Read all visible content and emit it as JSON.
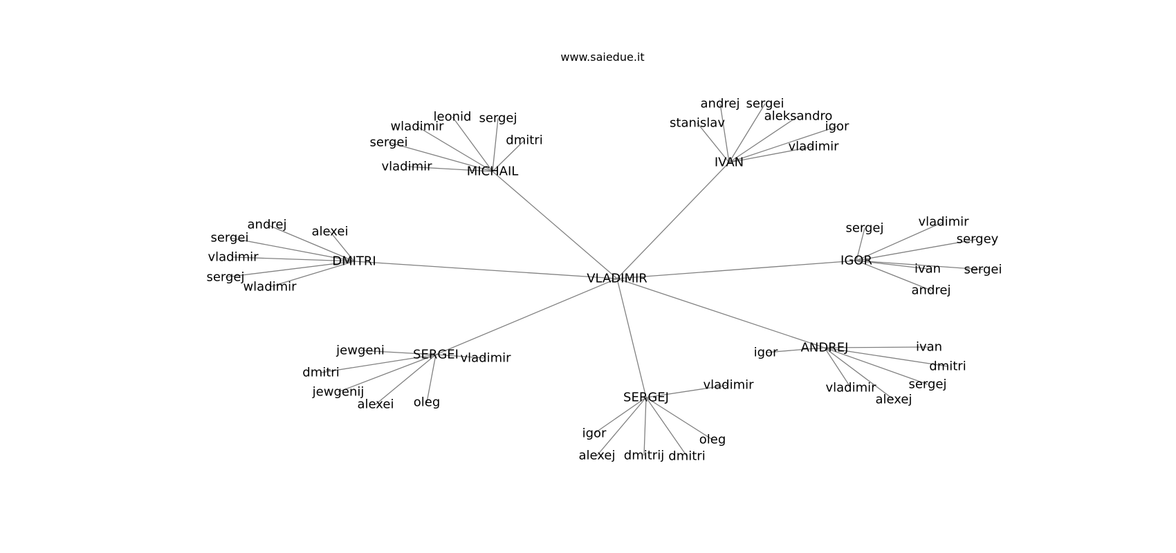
{
  "header": {
    "title": "www.saiedue.it"
  },
  "graph": {
    "edge_color": "#808080",
    "root": {
      "name": "VLADIMIR",
      "children": [
        {
          "name": "MICHAIL",
          "children": [
            "vladimir",
            "sergei",
            "wladimir",
            "leonid",
            "sergej",
            "dmitri"
          ]
        },
        {
          "name": "IVAN",
          "children": [
            "stanislav",
            "andrej",
            "sergei",
            "aleksandro",
            "igor",
            "vladimir"
          ]
        },
        {
          "name": "DMITRI",
          "children": [
            "andrej",
            "alexei",
            "sergei",
            "vladimir",
            "sergej",
            "wladimir"
          ]
        },
        {
          "name": "IGOR",
          "children": [
            "sergej",
            "vladimir",
            "sergey",
            "ivan",
            "sergei",
            "andrej"
          ]
        },
        {
          "name": "SERGEI",
          "children": [
            "jewgeni",
            "vladimir",
            "dmitri",
            "jewgenij",
            "alexei",
            "oleg"
          ]
        },
        {
          "name": "SERGEJ",
          "children": [
            "vladimir",
            "igor",
            "alexej",
            "dmitrij",
            "dmitri",
            "oleg"
          ]
        },
        {
          "name": "ANDREJ",
          "children": [
            "igor",
            "ivan",
            "dmitri",
            "sergej",
            "vladimir",
            "alexej"
          ]
        }
      ]
    }
  }
}
